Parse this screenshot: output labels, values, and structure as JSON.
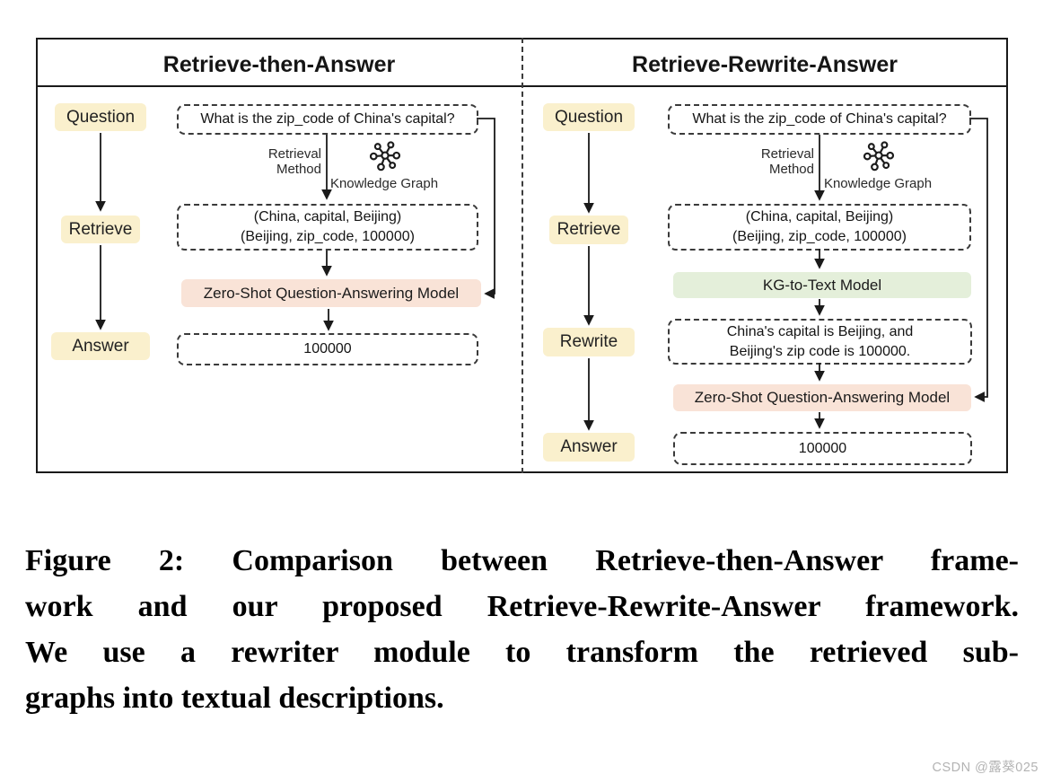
{
  "diagram": {
    "left_panel": {
      "title": "Retrieve-then-Answer",
      "stages": {
        "question": "Question",
        "retrieve": "Retrieve",
        "answer": "Answer"
      },
      "question_text": "What is the zip_code of China's capital?",
      "retrieval_method": [
        "Retrieval",
        "Method"
      ],
      "knowledge_graph_label": "Knowledge Graph",
      "triples": [
        "(China, capital, Beijing)",
        "(Beijing, zip_code, 100000)"
      ],
      "qa_model_label": "Zero-Shot Question-Answering Model",
      "answer_value": "100000"
    },
    "right_panel": {
      "title": "Retrieve-Rewrite-Answer",
      "stages": {
        "question": "Question",
        "retrieve": "Retrieve",
        "rewrite": "Rewrite",
        "answer": "Answer"
      },
      "question_text": "What is the zip_code of China's capital?",
      "retrieval_method": [
        "Retrieval",
        "Method"
      ],
      "knowledge_graph_label": "Knowledge Graph",
      "triples": [
        "(China, capital, Beijing)",
        "(Beijing, zip_code, 100000)"
      ],
      "kg_to_text_label": "KG-to-Text Model",
      "rewritten_text": [
        "China's capital is Beijing, and",
        "Beijing's zip code is 100000."
      ],
      "qa_model_label": "Zero-Shot Question-Answering Model",
      "answer_value": "100000"
    },
    "colors": {
      "stage_bg": "#faf0cd",
      "qa_model_bg": "#f9e3d7",
      "kg_to_text_bg": "#e4efda"
    }
  },
  "caption": {
    "lines": [
      "Figure 2: Comparison between Retrieve-then-Answer frame-",
      "work and our proposed Retrieve-Rewrite-Answer framework.",
      "We use a rewriter module to transform the retrieved sub-",
      "graphs into textual descriptions."
    ]
  },
  "watermark": {
    "text": "CSDN @露葵025"
  }
}
